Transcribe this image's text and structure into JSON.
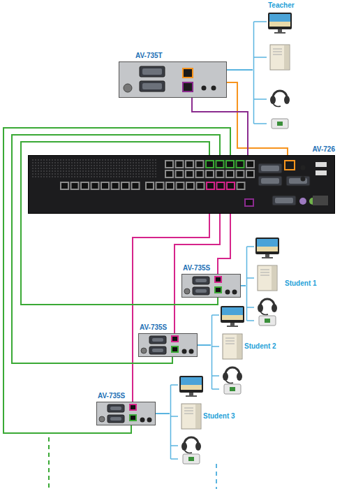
{
  "diagram": {
    "nodes": [
      {
        "text": [
          "Teacher"
        ]
      },
      {
        "text": [
          "AV-735T"
        ]
      },
      {
        "text": [
          "AV-726"
        ]
      },
      {
        "text": [
          "AV-735S"
        ]
      },
      {
        "text": [
          "Student 1"
        ]
      },
      {
        "text": [
          "AV-735S"
        ]
      },
      {
        "text": [
          "Student 2"
        ]
      },
      {
        "text": [
          "AV-735S"
        ]
      },
      {
        "text": [
          "Student 3"
        ]
      }
    ],
    "edges": [
      {
        "from": 1,
        "to": 0,
        "arrow": "none"
      },
      {
        "from": 1,
        "to": 2,
        "arrow": "none"
      },
      {
        "from": 1,
        "to": 2,
        "arrow": "none"
      },
      {
        "from": 2,
        "to": 3,
        "arrow": "none"
      },
      {
        "from": 2,
        "to": 5,
        "arrow": "none"
      },
      {
        "from": 2,
        "to": 7,
        "arrow": "none"
      },
      {
        "from": 2,
        "to": 3,
        "arrow": "none"
      },
      {
        "from": 2,
        "to": 5,
        "arrow": "none"
      },
      {
        "from": 2,
        "to": 7,
        "arrow": "none"
      },
      {
        "from": 3,
        "to": 4,
        "arrow": "none"
      },
      {
        "from": 5,
        "to": 6,
        "arrow": "none"
      },
      {
        "from": 7,
        "to": 8,
        "arrow": "none"
      }
    ]
  }
}
